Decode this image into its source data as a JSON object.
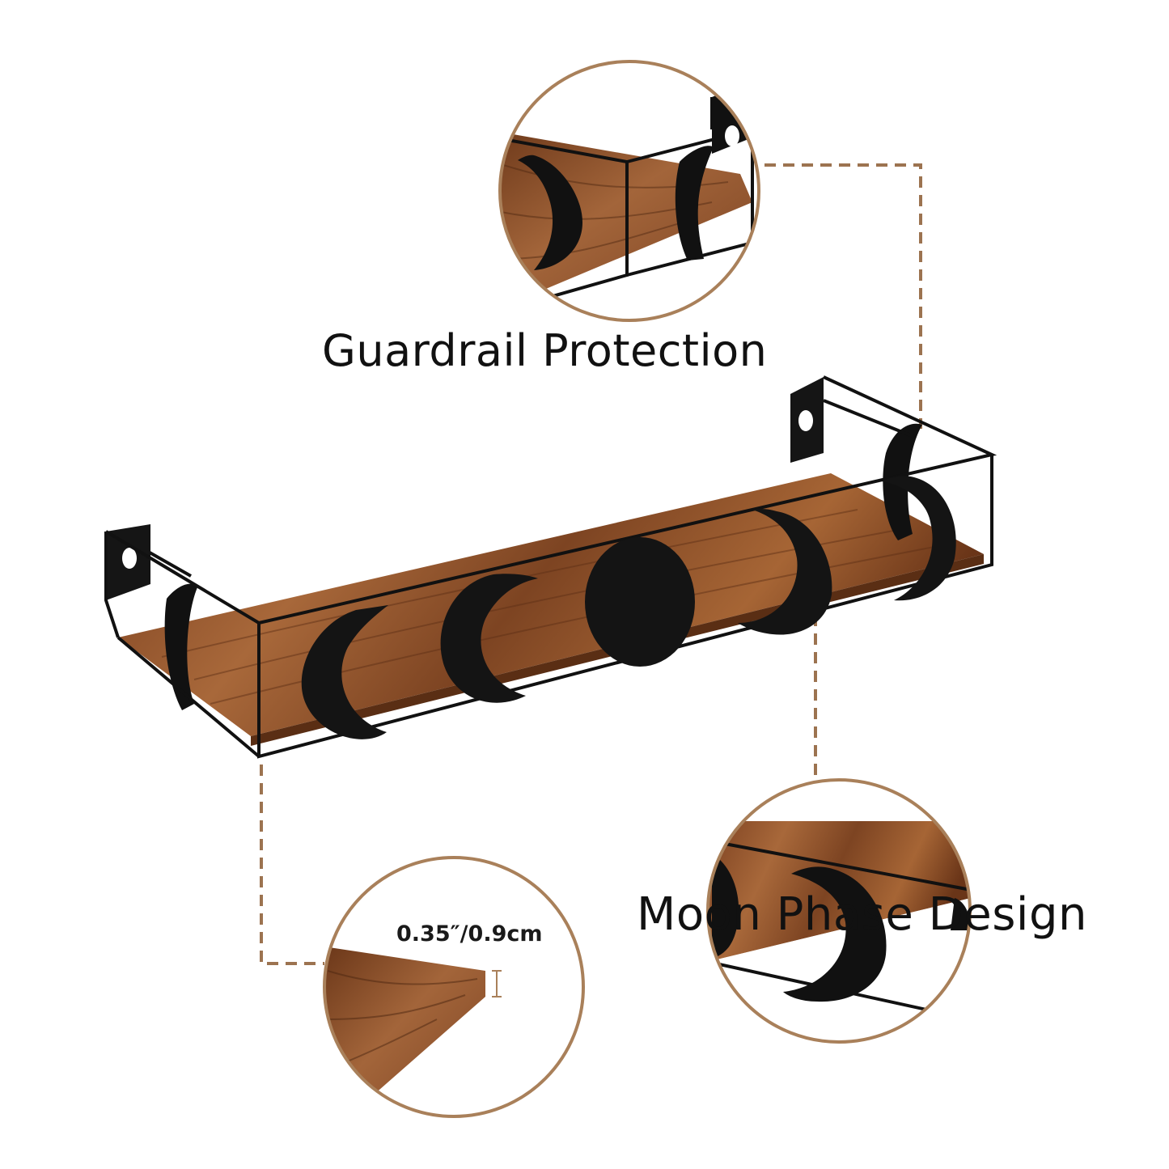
{
  "captions": {
    "guardrail": "Guardrail Protection",
    "moon_phase": "Moon Phase Design",
    "thickness": "0.35″/0.9cm"
  },
  "colors": {
    "wood_dark": "#6e3a1c",
    "wood_mid": "#9a5a2f",
    "wood_light": "#b8794a",
    "metal": "#111111",
    "callout_ring": "#a9805a",
    "dashed_line": "#9c7350"
  }
}
